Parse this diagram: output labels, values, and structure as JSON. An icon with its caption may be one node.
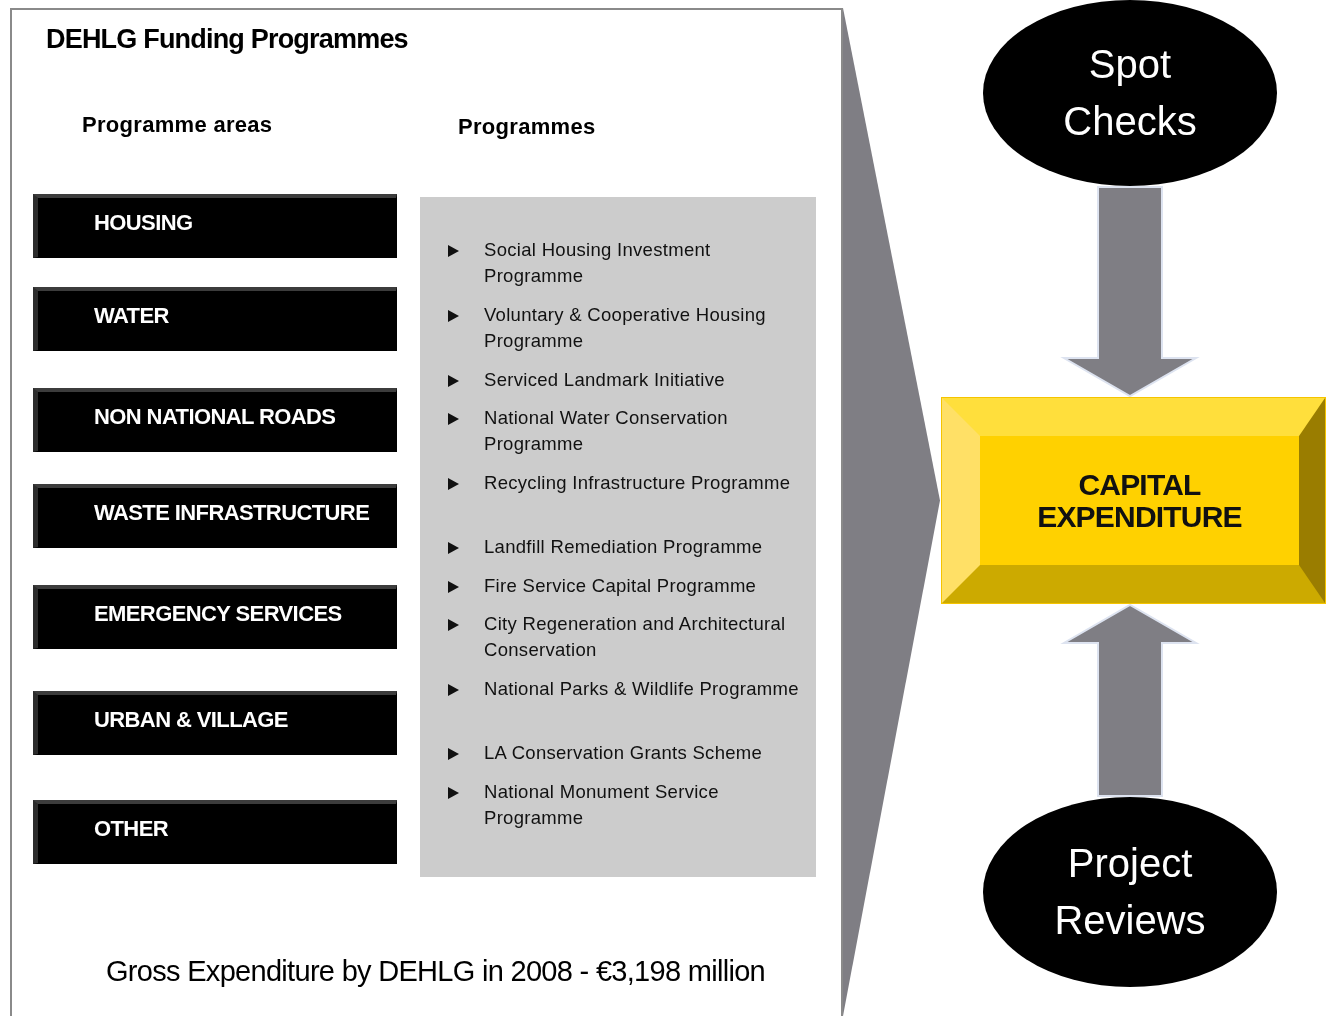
{
  "diagram": {
    "nodes": [
      {
        "text": [
          "DEHLG Funding Programmes",
          "Gross Expenditure by DEHLG in 2008 - €3,198 million"
        ]
      },
      {
        "text": [
          "HOUSING"
        ],
        "in": 0
      },
      {
        "text": [
          "WATER"
        ],
        "in": 0
      },
      {
        "text": [
          "NON NATIONAL ROADS"
        ],
        "in": 0
      },
      {
        "text": [
          "WASTE INFRASTRUCTURE"
        ],
        "in": 0
      },
      {
        "text": [
          "EMERGENCY SERVICES"
        ],
        "in": 0
      },
      {
        "text": [
          "URBAN & VILLAGE"
        ],
        "in": 0
      },
      {
        "text": [
          "OTHER"
        ],
        "in": 0
      },
      {
        "text": [
          "Social Housing Investment Programme",
          "Voluntary & Cooperative Housing Programme",
          "Serviced Landmark Initiative",
          "National Water Conservation Programme",
          "Recycling Infrastructure Programme",
          "Landfill Remediation Programme",
          "Fire Service Capital Programme",
          "City Regeneration and Architectural Conservation",
          "National Parks & Wildlife Programme",
          "LA Conservation Grants Scheme",
          "National Monument Service Programme"
        ],
        "in": 0
      },
      {
        "text": [
          "Spot Checks"
        ]
      },
      {
        "text": [
          "CAPITAL EXPENDITURE"
        ]
      },
      {
        "text": [
          "Project Reviews"
        ]
      }
    ],
    "edges": [
      {
        "from": 0,
        "to": 10,
        "arrow": "to"
      },
      {
        "from": 9,
        "to": 10,
        "arrow": "to"
      },
      {
        "from": 11,
        "to": 10,
        "arrow": "to"
      }
    ],
    "labels": [
      "Programme areas",
      "Programmes"
    ]
  }
}
